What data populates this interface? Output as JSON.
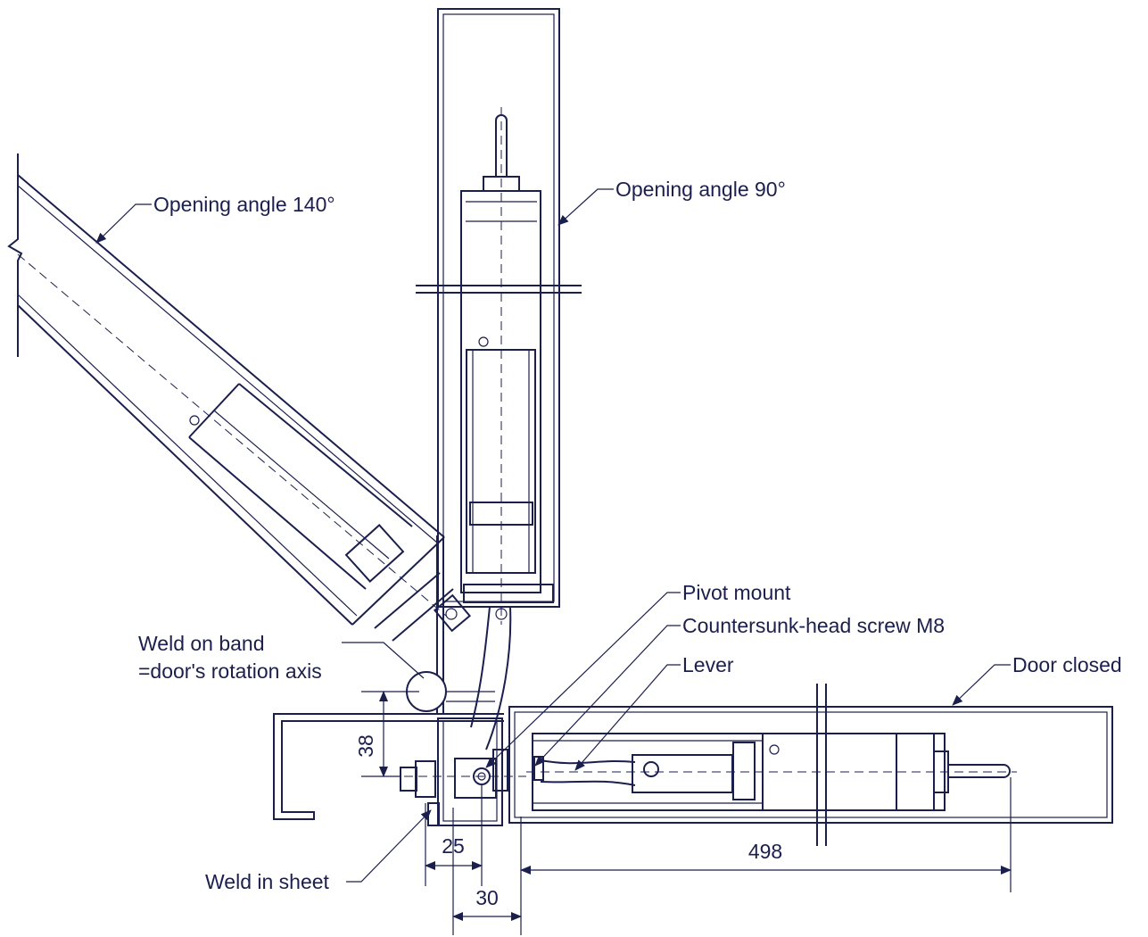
{
  "labels": {
    "opening_140": "Opening angle 140°",
    "opening_90": "Opening angle 90°",
    "pivot_mount": "Pivot mount",
    "countersunk_screw": "Countersunk-head screw M8",
    "lever": "Lever",
    "door_closed": "Door closed",
    "weld_band_line1": "Weld on band",
    "weld_band_line2": "=door's rotation axis",
    "weld_in_sheet": "Weld in sheet"
  },
  "dimensions": {
    "d38": "38",
    "d25": "25",
    "d30": "30",
    "d498": "498"
  },
  "colors": {
    "ink": "#1b1f4d",
    "background": "#ffffff"
  }
}
